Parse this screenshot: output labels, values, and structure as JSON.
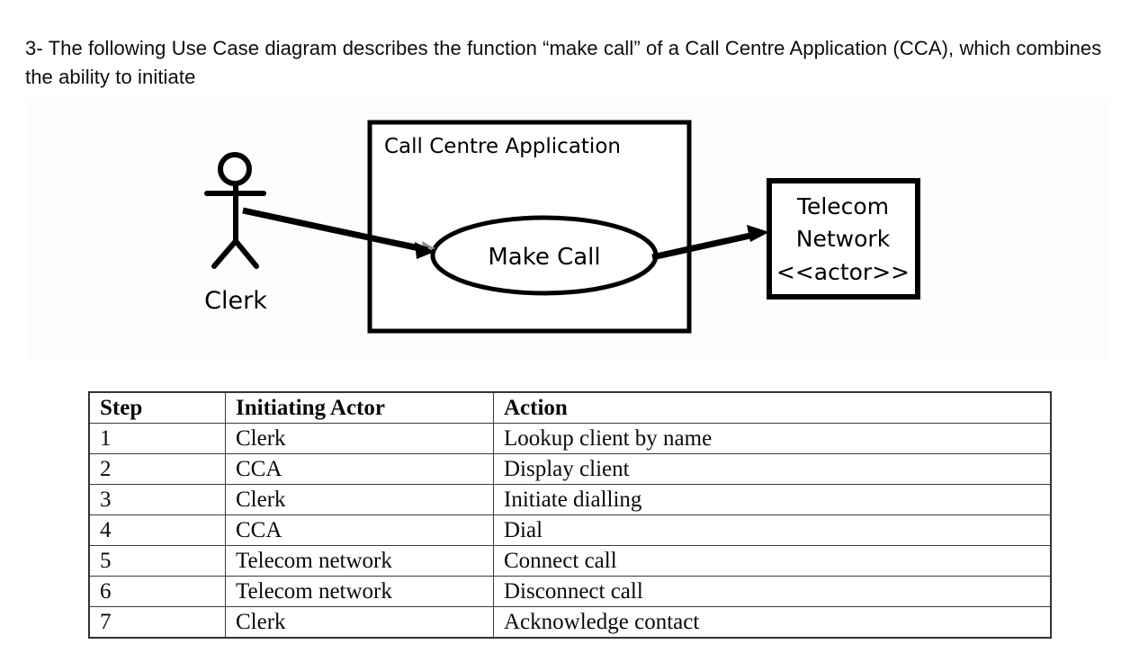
{
  "question": {
    "text": "3- The following Use Case diagram describes the function “make call” of a Call Centre Application (CCA), which combines the ability to initiate"
  },
  "diagram": {
    "type": "uml-use-case-diagram",
    "system_boundary_label": "Call Centre Application",
    "use_case_label": "Make Call",
    "primary_actor_label": "Clerk",
    "secondary_actor": {
      "name_line1": "Telecom",
      "name_line2": "Network",
      "stereotype": "<<actor>>"
    },
    "associations": [
      {
        "from": "Clerk",
        "to": "Make Call",
        "arrow": "directed"
      },
      {
        "from": "Make Call",
        "to": "Telecom Network",
        "arrow": "directed"
      }
    ],
    "colors": {
      "stroke": "#000000",
      "panel_background": "#fdfdfc",
      "fill": "#ffffff"
    }
  },
  "table": {
    "columns": [
      "Step",
      "Initiating Actor",
      "Action"
    ],
    "rows": [
      {
        "step": "1",
        "actor": "Clerk",
        "action": "Lookup client by name"
      },
      {
        "step": "2",
        "actor": "CCA",
        "action": "Display client"
      },
      {
        "step": "3",
        "actor": "Clerk",
        "action": "Initiate dialling"
      },
      {
        "step": "4",
        "actor": "CCA",
        "action": "Dial"
      },
      {
        "step": "5",
        "actor": "Telecom network",
        "action": "Connect call"
      },
      {
        "step": "6",
        "actor": "Telecom network",
        "action": "Disconnect call"
      },
      {
        "step": "7",
        "actor": "Clerk",
        "action": "Acknowledge contact"
      }
    ]
  }
}
